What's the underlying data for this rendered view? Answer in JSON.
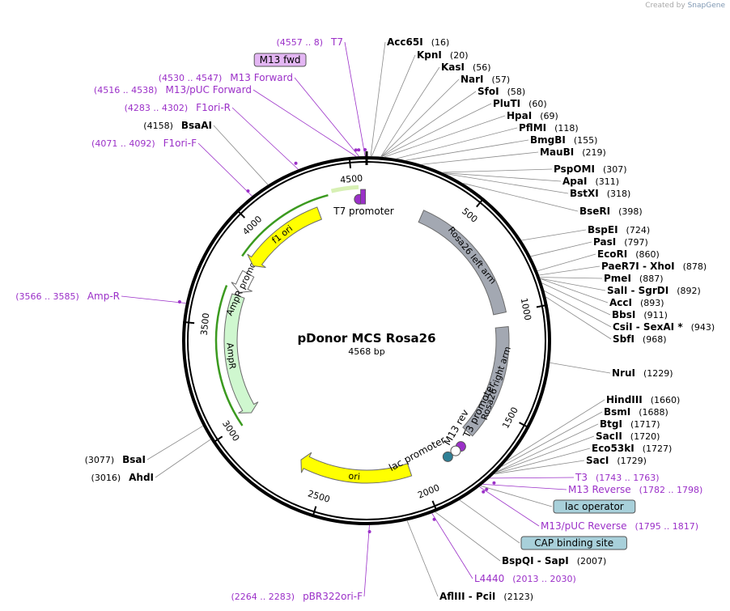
{
  "credit": {
    "prefix": "Created by",
    "brand": "SnapGene"
  },
  "title": "pDonor MCS Rosa26",
  "subtitle": "4568 bp",
  "total_bp": 4568,
  "colors": {
    "primer": "#9b30c8",
    "feature_yellow": "#ffff00",
    "feature_gray": "#a3a8b2",
    "feature_green": "#cff7cf",
    "box_purple": "#e3b6f3",
    "box_blue": "#a8d0da",
    "line_gray": "#8a8a8a"
  },
  "ticks": [
    {
      "bp": 500,
      "label": "500"
    },
    {
      "bp": 1000,
      "label": "1000"
    },
    {
      "bp": 1500,
      "label": "1500"
    },
    {
      "bp": 2000,
      "label": "2000"
    },
    {
      "bp": 2500,
      "label": "2500"
    },
    {
      "bp": 3000,
      "label": "3000"
    },
    {
      "bp": 3500,
      "label": "3500"
    },
    {
      "bp": 4000,
      "label": "4000"
    },
    {
      "bp": 4500,
      "label": "4500"
    }
  ],
  "features": [
    {
      "name": "Rosa26 left arm",
      "start": 300,
      "end": 995,
      "color": "#a3a8b2",
      "strand": "none",
      "ring": "inner"
    },
    {
      "name": "Rosa26 right arm",
      "start": 1070,
      "end": 1675,
      "color": "#a3a8b2",
      "strand": "none",
      "ring": "inner"
    },
    {
      "name": "ori",
      "start": 2050,
      "end": 2650,
      "color": "#ffff00",
      "strand": "forward",
      "ring": "inner"
    },
    {
      "name": "AmpR",
      "start": 3020,
      "end": 3670,
      "color": "#cff7cf",
      "strand": "reverse",
      "ring": "inner"
    },
    {
      "name": "AmpR promoter",
      "start": 3690,
      "end": 3800,
      "color": "#ffffff",
      "strand": "reverse",
      "ring": "inner"
    },
    {
      "name": "f1 ori",
      "start": 3850,
      "end": 4310,
      "color": "#ffff00",
      "strand": "reverse",
      "ring": "inner"
    }
  ],
  "small_features": [
    {
      "name": "T7 promoter",
      "bp": 4530,
      "color": "#9b30c8"
    },
    {
      "name": "T3 promoter",
      "bp": 1755,
      "color": "#9b30c8"
    },
    {
      "name": "M13 rev",
      "bp": 1790,
      "color": "#ffffff"
    },
    {
      "name": "lac promoter",
      "bp": 1840,
      "color": "#2e7f95"
    }
  ],
  "labels_left": [
    {
      "text": "T7",
      "range": "(4557 .. 8)",
      "kind": "primer"
    },
    {
      "text": "M13 fwd",
      "range": "",
      "kind": "box_purple"
    },
    {
      "text": "M13 Forward",
      "range": "(4530 .. 4547)",
      "kind": "primer"
    },
    {
      "text": "M13/pUC Forward",
      "range": "(4516 .. 4538)",
      "kind": "primer"
    },
    {
      "text": "F1ori-R",
      "range": "(4283 .. 4302)",
      "kind": "primer"
    },
    {
      "text": "BsaAI",
      "range": "(4158)",
      "kind": "site"
    },
    {
      "text": "F1ori-F",
      "range": "(4071 .. 4092)",
      "kind": "primer"
    },
    {
      "text": "Amp-R",
      "range": "(3566 .. 3585)",
      "kind": "primer"
    },
    {
      "text": "BsaI",
      "range": "(3077)",
      "kind": "site"
    },
    {
      "text": "AhdI",
      "range": "(3016)",
      "kind": "site"
    },
    {
      "text": "pBR322ori-F",
      "range": "(2264 .. 2283)",
      "kind": "primer"
    }
  ],
  "labels_right": [
    {
      "text": "Acc65I",
      "range": "(16)",
      "kind": "site"
    },
    {
      "text": "KpnI",
      "range": "(20)",
      "kind": "site"
    },
    {
      "text": "KasI",
      "range": "(56)",
      "kind": "site"
    },
    {
      "text": "NarI",
      "range": "(57)",
      "kind": "site"
    },
    {
      "text": "SfoI",
      "range": "(58)",
      "kind": "site"
    },
    {
      "text": "PluTI",
      "range": "(60)",
      "kind": "site"
    },
    {
      "text": "HpaI",
      "range": "(69)",
      "kind": "site"
    },
    {
      "text": "PflMI",
      "range": "(118)",
      "kind": "site"
    },
    {
      "text": "BmgBI",
      "range": "(155)",
      "kind": "site"
    },
    {
      "text": "MauBI",
      "range": "(219)",
      "kind": "site"
    },
    {
      "text": "PspOMI",
      "range": "(307)",
      "kind": "site"
    },
    {
      "text": "ApaI",
      "range": "(311)",
      "kind": "site"
    },
    {
      "text": "BstXI",
      "range": "(318)",
      "kind": "site"
    },
    {
      "text": "BseRI",
      "range": "(398)",
      "kind": "site"
    },
    {
      "text": "BspEI",
      "range": "(724)",
      "kind": "site"
    },
    {
      "text": "PasI",
      "range": "(797)",
      "kind": "site"
    },
    {
      "text": "EcoRI",
      "range": "(860)",
      "kind": "site"
    },
    {
      "text": "PaeR7I - XhoI",
      "range": "(878)",
      "kind": "site"
    },
    {
      "text": "PmeI",
      "range": "(887)",
      "kind": "site"
    },
    {
      "text": "SalI - SgrDI",
      "range": "(892)",
      "kind": "site"
    },
    {
      "text": "AccI",
      "range": "(893)",
      "kind": "site"
    },
    {
      "text": "BbsI",
      "range": "(911)",
      "kind": "site"
    },
    {
      "text": "CsiI - SexAI *",
      "range": "(943)",
      "kind": "site"
    },
    {
      "text": "SbfI",
      "range": "(968)",
      "kind": "site"
    },
    {
      "text": "NruI",
      "range": "(1229)",
      "kind": "site"
    },
    {
      "text": "HindIII",
      "range": "(1660)",
      "kind": "site"
    },
    {
      "text": "BsmI",
      "range": "(1688)",
      "kind": "site"
    },
    {
      "text": "BtgI",
      "range": "(1717)",
      "kind": "site"
    },
    {
      "text": "SacII",
      "range": "(1720)",
      "kind": "site"
    },
    {
      "text": "Eco53kI",
      "range": "(1727)",
      "kind": "site"
    },
    {
      "text": "SacI",
      "range": "(1729)",
      "kind": "site"
    },
    {
      "text": "T3",
      "range": "(1743 .. 1763)",
      "kind": "primer"
    },
    {
      "text": "M13 Reverse",
      "range": "(1782 .. 1798)",
      "kind": "primer"
    },
    {
      "text": "lac operator",
      "range": "",
      "kind": "box_blue"
    },
    {
      "text": "M13/pUC Reverse",
      "range": "(1795 .. 1817)",
      "kind": "primer"
    },
    {
      "text": "CAP binding site",
      "range": "",
      "kind": "box_blue"
    },
    {
      "text": "BspQI - SapI",
      "range": "(2007)",
      "kind": "site"
    },
    {
      "text": "L4440",
      "range": "(2013 .. 2030)",
      "kind": "primer"
    },
    {
      "text": "AflIII - PciI",
      "range": "(2123)",
      "kind": "site"
    }
  ]
}
